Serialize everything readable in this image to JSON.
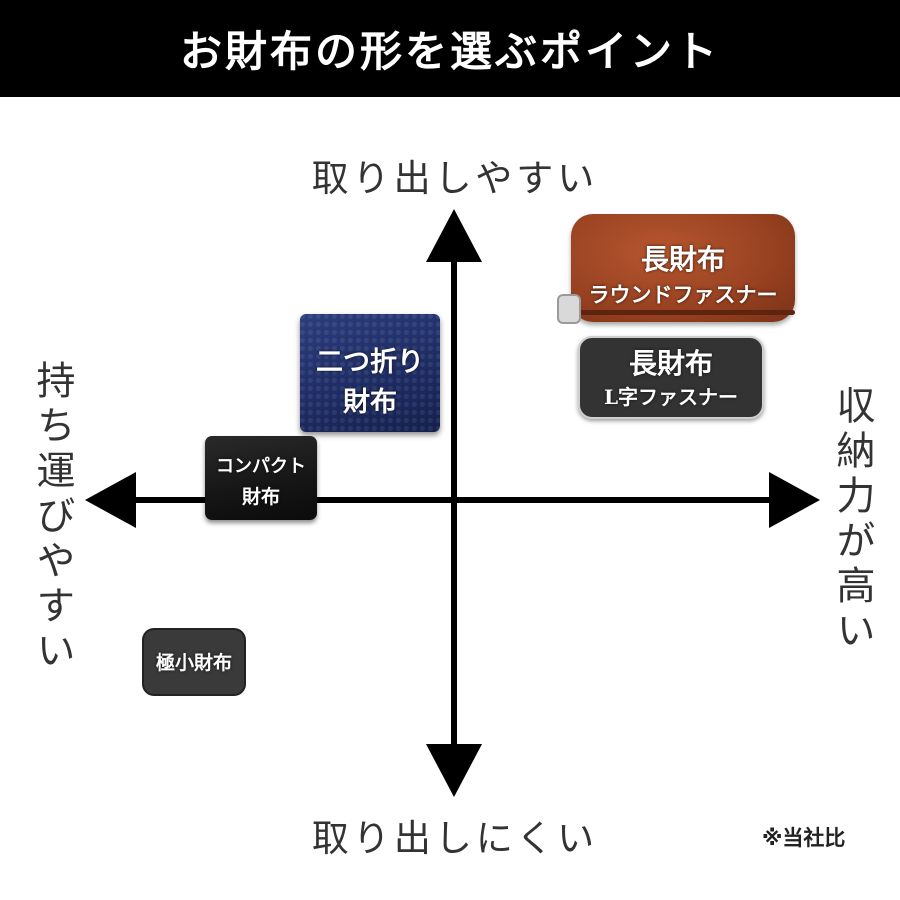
{
  "header": {
    "title": "お財布の形を選ぶポイント"
  },
  "axes": {
    "top": "取り出しやすい",
    "bottom": "取り出しにくい",
    "left": "持ち運びやすい",
    "right": "収納力が高い"
  },
  "wallets": {
    "long_round": {
      "line1": "長財布",
      "line2": "ラウンドファスナー"
    },
    "long_l": {
      "line1": "長財布",
      "line2": "L字ファスナー"
    },
    "bifold": {
      "line1": "二つ折り",
      "line2": "財布"
    },
    "compact": {
      "line1": "コンパクト",
      "line2": "財布"
    },
    "mini": {
      "line1": "極小財布"
    }
  },
  "note": "※当社比",
  "colors": {
    "header_bg": "#000000",
    "header_text": "#ffffff",
    "axis": "#000000",
    "label_box": "#333333",
    "round_wallet": "#9a4322",
    "bifold_wallet": "#1d2b62",
    "compact_wallet": "#151515"
  }
}
